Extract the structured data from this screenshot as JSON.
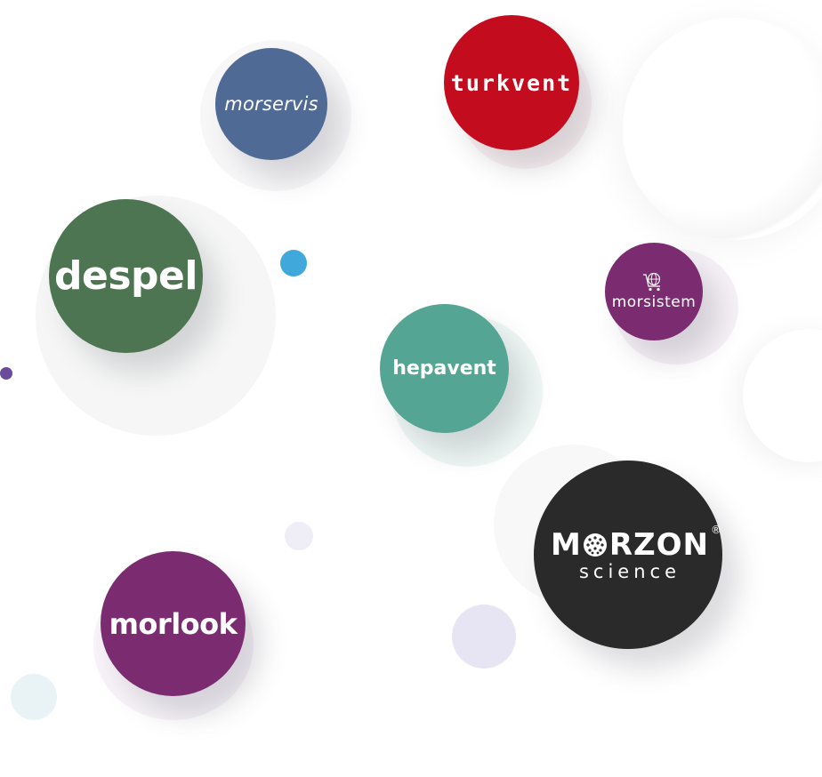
{
  "logos": {
    "morservis": {
      "label": "morservis",
      "color": "#506a96"
    },
    "turkvent": {
      "label": "turkvent",
      "color": "#c30c1e"
    },
    "despel": {
      "label": "despel",
      "color": "#4e7552"
    },
    "morsistem": {
      "label": "morsistem",
      "color": "#7b2c71",
      "icon": "shopping-cart-globe-icon"
    },
    "hepavent": {
      "label": "hepavent",
      "color": "#55a594"
    },
    "morzon": {
      "label_m": "M",
      "label_rest": "RZON",
      "registered": "®",
      "subtitle": "science",
      "color": "#2a2a2a",
      "icon": "globe-icon"
    },
    "morlook": {
      "label": "morlook",
      "color": "#7b2c71"
    }
  },
  "decorations": {
    "blue_dot": "#41a8dc",
    "purple_dot": "#6b4b9b",
    "lavender_bubble": "#e7e5f3",
    "small_lavender": "#efedf5",
    "mint_bubble": "#e9f2f4"
  }
}
